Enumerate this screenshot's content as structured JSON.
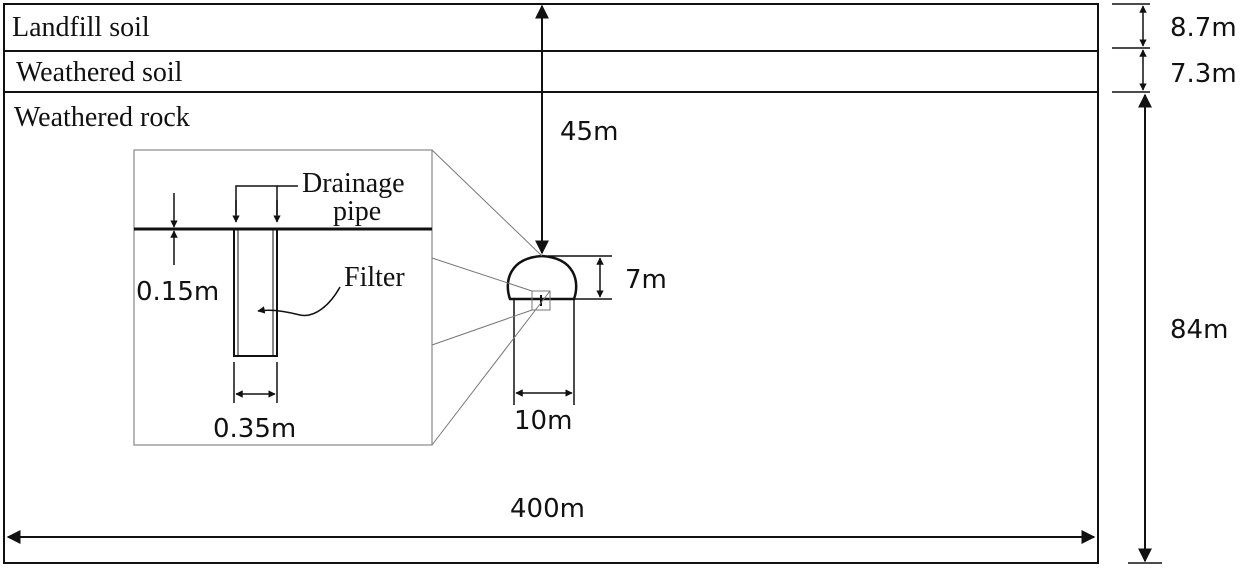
{
  "layers": {
    "landfill": "Landfill soil",
    "weathered_soil": "Weathered soil",
    "weathered_rock": "Weathered rock"
  },
  "dimensions": {
    "landfill_thickness": "8.7m",
    "weathered_soil_thickness": "7.3m",
    "rock_thickness": "84m",
    "tunnel_depth": "45m",
    "tunnel_height": "7m",
    "tunnel_width": "10m",
    "model_width": "400m"
  },
  "detail": {
    "drainage_pipe_line1": "Drainage",
    "drainage_pipe_line2": "pipe",
    "filter": "Filter",
    "filter_thickness": "0.15m",
    "pipe_width": "0.35m"
  }
}
